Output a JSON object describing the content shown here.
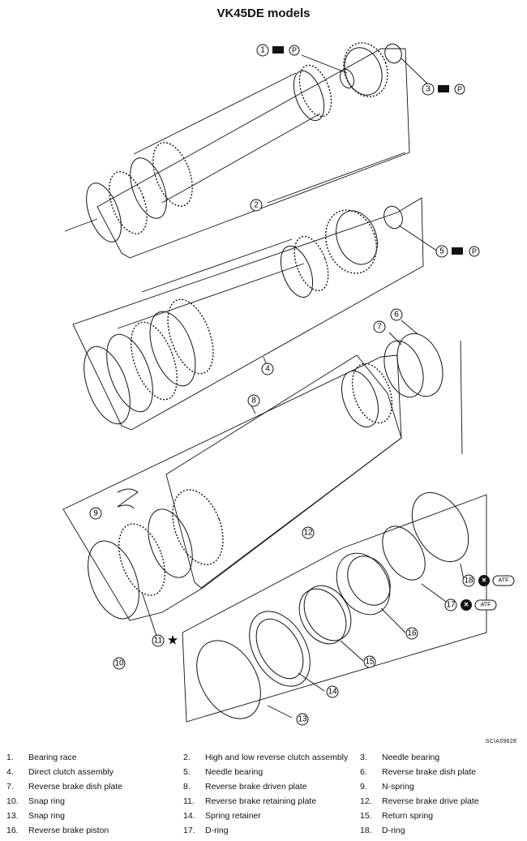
{
  "title": "VK45DE models",
  "code": "SCIA5962E",
  "callouts": [
    "1",
    "2",
    "3",
    "4",
    "5",
    "6",
    "7",
    "8",
    "9",
    "10",
    "11",
    "12",
    "13",
    "14",
    "15",
    "16",
    "17",
    "18"
  ],
  "symbols": {
    "petrolatum": "P",
    "atf": "ATF",
    "star": "★",
    "do_not_reuse": "×"
  },
  "legend": [
    [
      {
        "n": "1.",
        "t": "Bearing race"
      },
      {
        "n": "2.",
        "t": "High and low reverse clutch assembly"
      },
      {
        "n": "3.",
        "t": "Needle bearing"
      }
    ],
    [
      {
        "n": "4.",
        "t": "Direct clutch assembly"
      },
      {
        "n": "5.",
        "t": "Needle bearing"
      },
      {
        "n": "6.",
        "t": "Reverse brake dish plate"
      }
    ],
    [
      {
        "n": "7.",
        "t": "Reverse brake dish plate"
      },
      {
        "n": "8.",
        "t": "Reverse brake driven plate"
      },
      {
        "n": "9.",
        "t": "N-spring"
      }
    ],
    [
      {
        "n": "10.",
        "t": "Snap ring"
      },
      {
        "n": "11.",
        "t": "Reverse brake retaining plate"
      },
      {
        "n": "12.",
        "t": "Reverse brake drive plate"
      }
    ],
    [
      {
        "n": "13.",
        "t": "Snap ring"
      },
      {
        "n": "14.",
        "t": "Spring retainer"
      },
      {
        "n": "15.",
        "t": "Return spring"
      }
    ],
    [
      {
        "n": "16.",
        "t": "Reverse brake piston"
      },
      {
        "n": "17.",
        "t": "D-ring"
      },
      {
        "n": "18.",
        "t": "D-ring"
      }
    ]
  ]
}
